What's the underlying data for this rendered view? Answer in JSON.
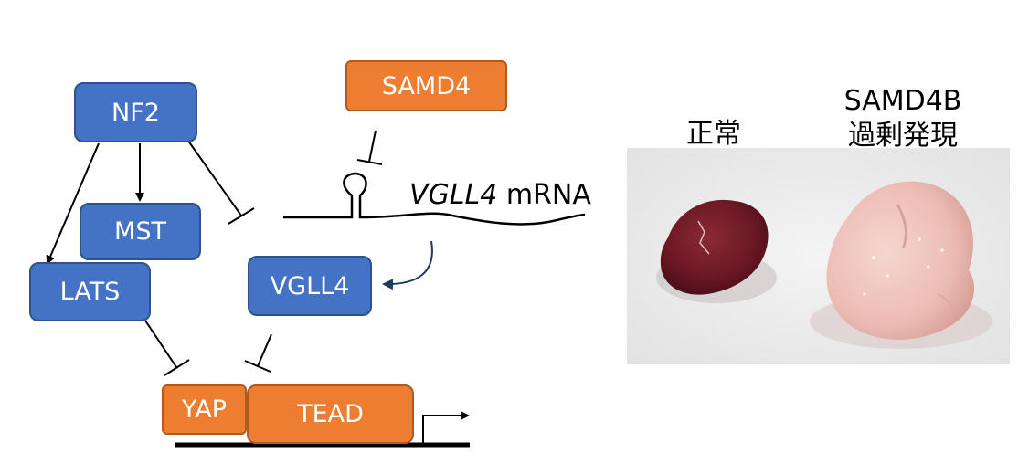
{
  "diagram": {
    "nodes": {
      "nf2": "NF2",
      "mst": "MST",
      "lats": "LATS",
      "vgll4": "VGLL4",
      "samd4": "SAMD4",
      "yap": "YAP",
      "tead": "TEAD"
    },
    "mrna": {
      "gene": "VGLL4",
      "suffix": " mRNA"
    }
  },
  "photo": {
    "labels": {
      "normal": "正常",
      "overexpression_line1": "SAMD4B",
      "overexpression_line2": "過剰発現"
    }
  },
  "colors": {
    "blue_fill": "#4472c4",
    "blue_border": "#2f528f",
    "orange_fill": "#ed7d31",
    "orange_border": "#ae5a21",
    "arrow_dark": "#203864"
  }
}
